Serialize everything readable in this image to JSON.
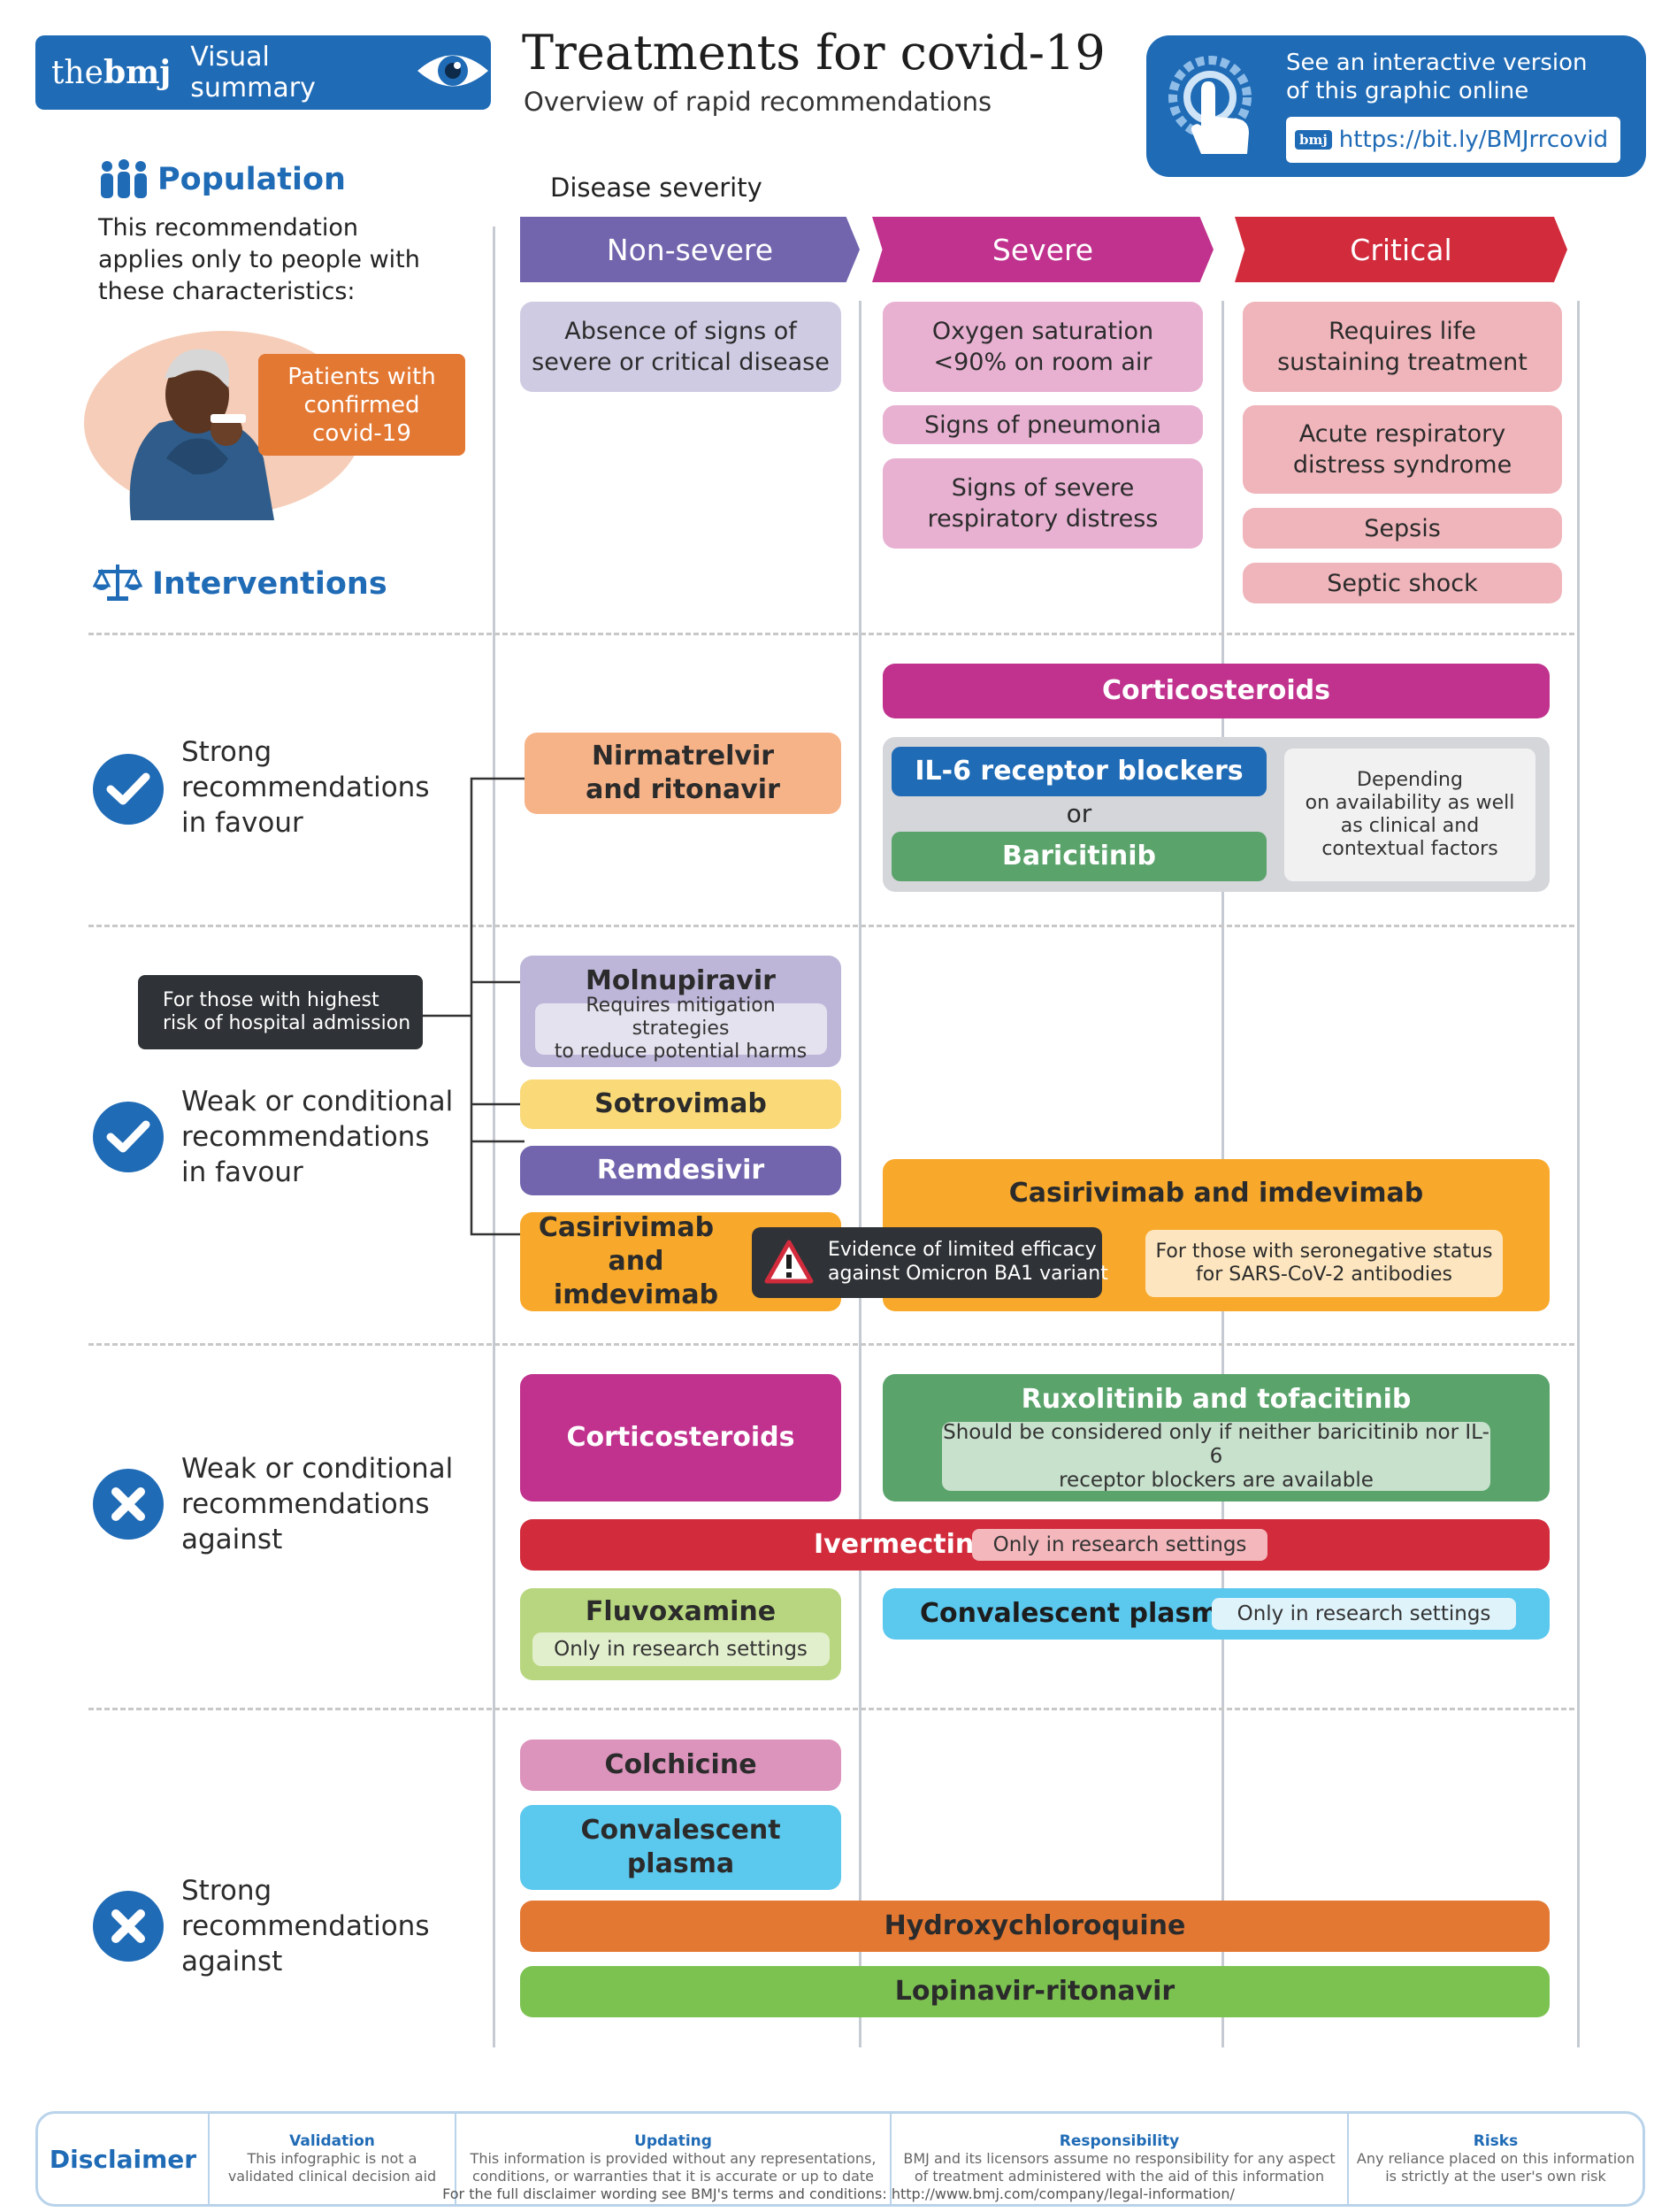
{
  "brand": {
    "logo_the": "the",
    "logo_bmj": "bmj",
    "visual_summary": "Visual summary"
  },
  "title": "Treatments for covid-19",
  "subtitle": "Overview of rapid recommendations",
  "interactive": {
    "line1": "See an interactive version",
    "line2": "of this graphic online",
    "url": "https://bit.ly/BMJrrcovid",
    "badge": "bmj"
  },
  "population": {
    "heading": "Population",
    "desc1": "This recommendation",
    "desc2": "applies only to people with",
    "desc3": "these characteristics:",
    "badge1": "Patients with",
    "badge2": "confirmed",
    "badge3": "covid-19"
  },
  "interventions": {
    "heading": "Interventions"
  },
  "severity": {
    "label": "Disease severity",
    "non_severe": "Non-severe",
    "severe": "Severe",
    "critical": "Critical"
  },
  "criteria": {
    "non_severe": {
      "line1": "Absence of signs of",
      "line2": "severe or critical disease"
    },
    "severe": [
      {
        "line1": "Oxygen saturation",
        "line2": "<90% on room air"
      },
      {
        "line1": "Signs of pneumonia"
      },
      {
        "line1": "Signs of severe",
        "line2": "respiratory distress"
      }
    ],
    "critical": [
      {
        "line1": "Requires life",
        "line2": "sustaining treatment"
      },
      {
        "line1": "Acute respiratory",
        "line2": "distress syndrome"
      },
      {
        "line1": "Sepsis"
      },
      {
        "line1": "Septic shock"
      }
    ]
  },
  "rows": {
    "strong_for": {
      "l1": "Strong",
      "l2": "recommendations",
      "l3": "in favour"
    },
    "weak_for": {
      "l1": "Weak or conditional",
      "l2": "recommendations",
      "l3": "in favour"
    },
    "weak_against": {
      "l1": "Weak or conditional",
      "l2": "recommendations",
      "l3": "against"
    },
    "strong_against": {
      "l1": "Strong",
      "l2": "recommendations",
      "l3": "against"
    }
  },
  "highest_risk": {
    "line1": "For those with highest",
    "line2": "risk of hospital admission"
  },
  "drugs": {
    "nirmatrelvir": {
      "l1": "Nirmatrelvir",
      "l2": "and ritonavir"
    },
    "corticosteroids_sc": "Corticosteroids",
    "il6": "IL-6 receptor blockers",
    "or": "or",
    "baricitinib": "Baricitinib",
    "depending": {
      "l1": "Depending",
      "l2": "on availability as well",
      "l3": "as clinical and",
      "l4": "contextual factors"
    },
    "molnupiravir": "Molnupiravir",
    "molnupiravir_note": {
      "l1": "Requires mitigation strategies",
      "l2": "to reduce potential harms"
    },
    "sotrovimab": "Sotrovimab",
    "remdesivir": "Remdesivir",
    "casirivimab_ns": {
      "l1": "Casirivimab",
      "l2": "and imdevimab"
    },
    "warning": {
      "l1": "Evidence of  limited efficacy",
      "l2": "against Omicron BA1 variant"
    },
    "casirivimab_sc": "Casirivimab and imdevimab",
    "seronegative": {
      "l1": "For those with seronegative status",
      "l2": "for SARS-CoV-2 antibodies"
    },
    "corticosteroids_ns": "Corticosteroids",
    "ruxolitinib": "Ruxolitinib and tofacitinib",
    "ruxolitinib_note": {
      "l1": "Should be considered only if neither baricitinib nor IL-6",
      "l2": "receptor blockers are available"
    },
    "ivermectin": "Ivermectin",
    "research_only": "Only in research settings",
    "fluvoxamine": "Fluvoxamine",
    "convalescent_sc": "Convalescent plasma",
    "colchicine": "Colchicine",
    "convalescent_ns": {
      "l1": "Convalescent",
      "l2": "plasma"
    },
    "hydroxychloroquine": "Hydroxychloroquine",
    "lopinavir": "Lopinavir-ritonavir"
  },
  "disclaimer": {
    "title": "Disclaimer",
    "validation": {
      "h": "Validation",
      "l1": "This infographic is not a",
      "l2": "validated clinical decision aid"
    },
    "updating": {
      "h": "Updating",
      "l1": "This information is provided without any representations,",
      "l2": "conditions, or warranties that it is accurate or up to date"
    },
    "responsibility": {
      "h": "Responsibility",
      "l1": "BMJ and its licensors assume no responsibility for any aspect",
      "l2": "of treatment administered with the aid of this information"
    },
    "risks": {
      "h": "Risks",
      "l1": "Any reliance placed on this information",
      "l2": "is strictly at the user's own risk"
    },
    "footer": "For the full disclaimer wording see BMJ's terms and conditions: http://www.bmj.com/company/legal-information/"
  },
  "colors": {
    "blue": "#1f6bb6",
    "purple": "#7265ad",
    "magenta": "#c0328e",
    "red": "#d12b3c",
    "peach": "#f7b388",
    "lavender": "#bdb6d8",
    "yellow": "#f9d978",
    "orange": "#f8a92b",
    "green": "#5aa36b",
    "lime": "#b7d67f",
    "cyan": "#5bc8ee",
    "pink": "#dc93bc",
    "dark_orange": "#e37833",
    "bright_green": "#7cc251"
  }
}
